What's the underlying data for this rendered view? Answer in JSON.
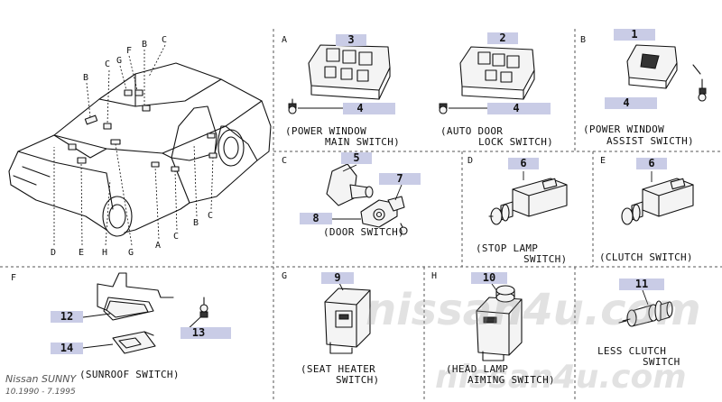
{
  "sections": {
    "A": "A",
    "B": "B",
    "C": "C",
    "D": "D",
    "E": "E",
    "F": "F",
    "G": "G",
    "H": "H"
  },
  "car_labels": {
    "b1": "B",
    "c1": "C",
    "g1": "G",
    "f1": "F",
    "b2": "B",
    "c2": "C",
    "d_bottom": "D",
    "e_bottom": "E",
    "h_bottom": "H",
    "g_bottom": "G",
    "a_bottom": "A",
    "c_bottom": "C",
    "b_bottom": "B",
    "c_right": "C"
  },
  "parts": {
    "p1": "1",
    "p2": "2",
    "p3": "3",
    "p4a": "4",
    "p4b": "4",
    "p4c": "4",
    "p5": "5",
    "p6a": "6",
    "p6b": "6",
    "p7": "7",
    "p8": "8",
    "p9": "9",
    "p10": "10",
    "p11": "11",
    "p12": "12",
    "p13": "13",
    "p14": "14"
  },
  "captions": {
    "power_window_main_1": "(POWER WINDOW",
    "power_window_main_2": "MAIN SWITCH)",
    "auto_door_1": "(AUTO DOOR",
    "auto_door_2": "LOCK SWITCH)",
    "power_window_assist_1": "(POWER WINDOW",
    "power_window_assist_2": "ASSIST SWICTH)",
    "door_switch": "(DOOR SWITCH)",
    "stop_lamp_1": "(STOP LAMP",
    "stop_lamp_2": "SWITCH)",
    "clutch_switch": "(CLUTCH SWITCH)",
    "sunroof_switch": "(SUNROOF SWITCH)",
    "seat_heater_1": "(SEAT HEATER",
    "seat_heater_2": "SWITCH)",
    "head_lamp_1": "(HEAD LAMP",
    "head_lamp_2": "AIMING SWITCH)",
    "less_clutch_1": "LESS CLUTCH",
    "less_clutch_2": "SWITCH"
  },
  "watermark": {
    "center": "nissan4u.com",
    "bottom": "nissan4u.com"
  },
  "footer": {
    "model": "Nissan SUNNY",
    "dates": "10.1990 - 7.1995"
  }
}
